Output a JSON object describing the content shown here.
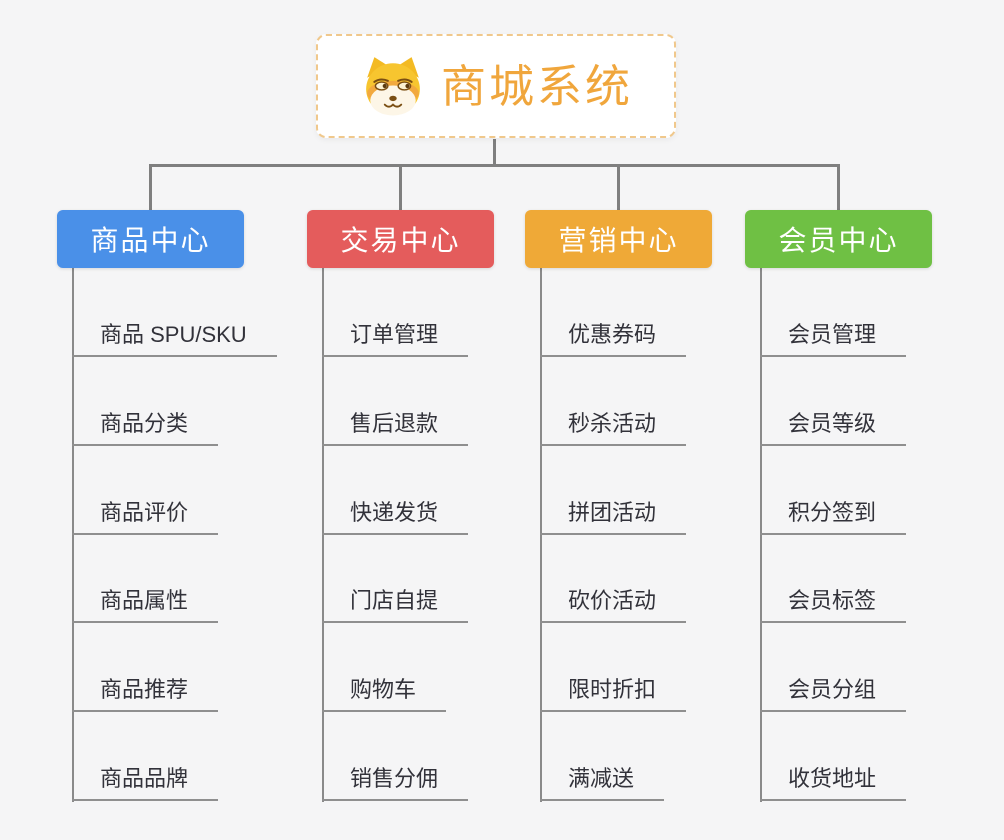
{
  "root": {
    "title": "商城系统",
    "icon": "dog-face-icon",
    "title_color": "#f0a63c",
    "border_color": "#f0c88c",
    "background": "#ffffff"
  },
  "branches": [
    {
      "label": "商品中心",
      "color": "#4a90e8",
      "items": [
        "商品 SPU/SKU",
        "商品分类",
        "商品评价",
        "商品属性",
        "商品推荐",
        "商品品牌"
      ]
    },
    {
      "label": "交易中心",
      "color": "#e45c5c",
      "items": [
        "订单管理",
        "售后退款",
        "快递发货",
        "门店自提",
        "购物车",
        "销售分佣"
      ]
    },
    {
      "label": "营销中心",
      "color": "#efa937",
      "items": [
        "优惠券码",
        "秒杀活动",
        "拼团活动",
        "砍价活动",
        "限时折扣",
        "满减送"
      ]
    },
    {
      "label": "会员中心",
      "color": "#6fc044",
      "items": [
        "会员管理",
        "会员等级",
        "积分签到",
        "会员标签",
        "会员分组",
        "收货地址"
      ]
    }
  ],
  "style": {
    "canvas_background": "#f5f5f6",
    "connector_color": "#7f7f7f",
    "leaf_underline_color": "#8f8f8f",
    "leaf_text_color": "#32323a"
  }
}
